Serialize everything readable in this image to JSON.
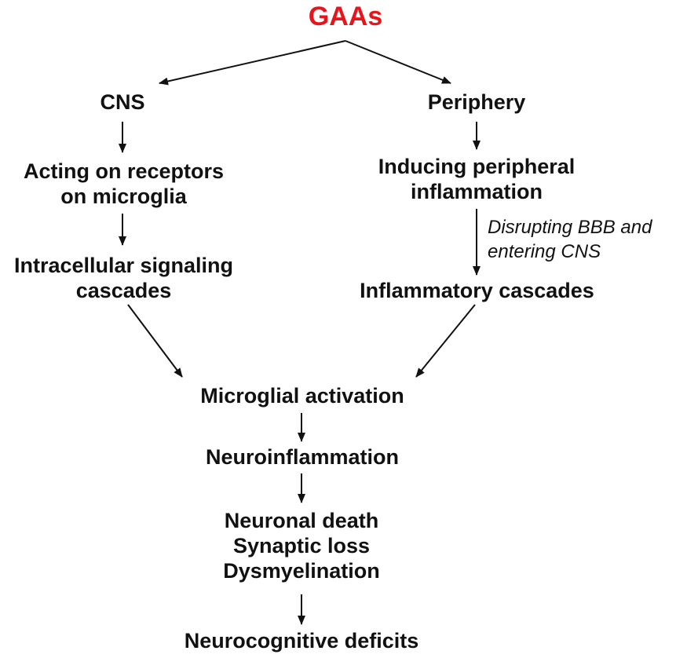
{
  "diagram": {
    "title": "GAAs",
    "colors": {
      "title": "#e8141c",
      "text": "#111111",
      "arrow": "#111111",
      "background": "#ffffff"
    },
    "left_branch": {
      "root": "CNS",
      "step1": [
        "Acting on receptors",
        "on microglia"
      ],
      "step2": [
        "Intracellular signaling",
        "cascades"
      ]
    },
    "right_branch": {
      "root": "Periphery",
      "step1": [
        "Inducing peripheral",
        "inflammation"
      ],
      "annotation": [
        "Disrupting BBB and",
        "entering CNS"
      ],
      "step2": "Inflammatory cascades"
    },
    "convergence": {
      "activation": "Microglial activation",
      "inflammation": "Neuroinflammation",
      "damage": [
        "Neuronal death",
        "Synaptic loss",
        "Dysmyelination"
      ],
      "outcome": "Neurocognitive deficits"
    }
  }
}
